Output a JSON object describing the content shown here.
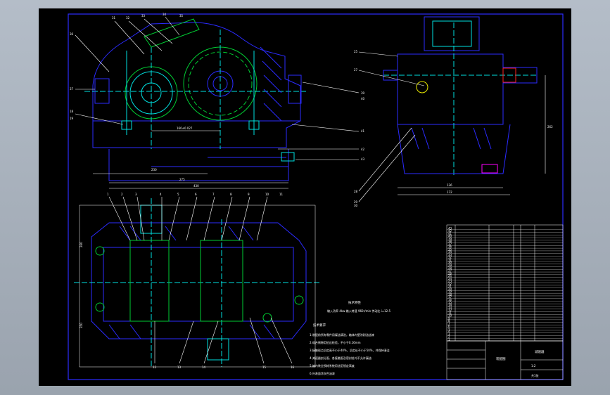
{
  "drawing": {
    "title_block": {
      "name_left": "装配图",
      "name_right": "减速器",
      "scale": "1:2",
      "sheet": "共1张"
    },
    "balloons_top_left": [
      "31",
      "32",
      "33",
      "34",
      "35"
    ],
    "balloons_left": [
      "36",
      "37",
      "18",
      "19"
    ],
    "balloons_right_front": [
      "39",
      "40",
      "41",
      "42",
      "43"
    ],
    "balloons_side_left": [
      "25",
      "27",
      "28",
      "29",
      "30"
    ],
    "balloons_plan_top": [
      "1",
      "2",
      "3",
      "4",
      "5",
      "6",
      "7",
      "8",
      "9",
      "10",
      "11"
    ],
    "balloons_plan_bottom": [
      "12",
      "13",
      "14",
      "15",
      "16"
    ],
    "dims": {
      "front_1": "230",
      "front_2": "275",
      "front_3": "430",
      "front_4": "160±0.027",
      "side_1": "136",
      "side_2": "172",
      "side_3": "262",
      "plan_1": "260",
      "plan_2": "350"
    },
    "tech_spec": {
      "heading": "技术特性",
      "line": "输入功率 4kw   输入转速 960r/min   传动比 i=12.5"
    },
    "tech_req": {
      "heading": "技术要求",
      "items": [
        "1.装配前所有零件用煤油清洗，箱体内壁涂耐油油漆",
        "2.啮合侧隙用铅丝检验，不小于0.16mm",
        "3.接触斑点沿齿高不小于40%，沿齿长不小于50%，并保持清洁",
        "4.减速器剖分面、各接触面及密封处均不允许漏油",
        "5.箱内装全损耗系统用油至规定高度",
        "6.外表面涂灰色油漆"
      ]
    },
    "bom_rows": [
      "43",
      "42",
      "41",
      "40",
      "39",
      "38",
      "37",
      "36",
      "35",
      "34",
      "33",
      "32",
      "31",
      "30",
      "29",
      "28",
      "27",
      "26",
      "25",
      "24",
      "23",
      "22",
      "21",
      "20",
      "19",
      "18",
      "17",
      "16",
      "15",
      "14",
      "13",
      "12",
      "11",
      "10",
      "9",
      "8",
      "7",
      "6",
      "5",
      "4",
      "3",
      "2",
      "1"
    ]
  },
  "colors": {
    "sheet": "#000000",
    "outline": "#2b2bff",
    "center": "#00e0e0",
    "green": "#00cc33",
    "white": "#ffffff",
    "yellow": "#e8e800",
    "red": "#ff2020",
    "magenta": "#ff00ff"
  }
}
